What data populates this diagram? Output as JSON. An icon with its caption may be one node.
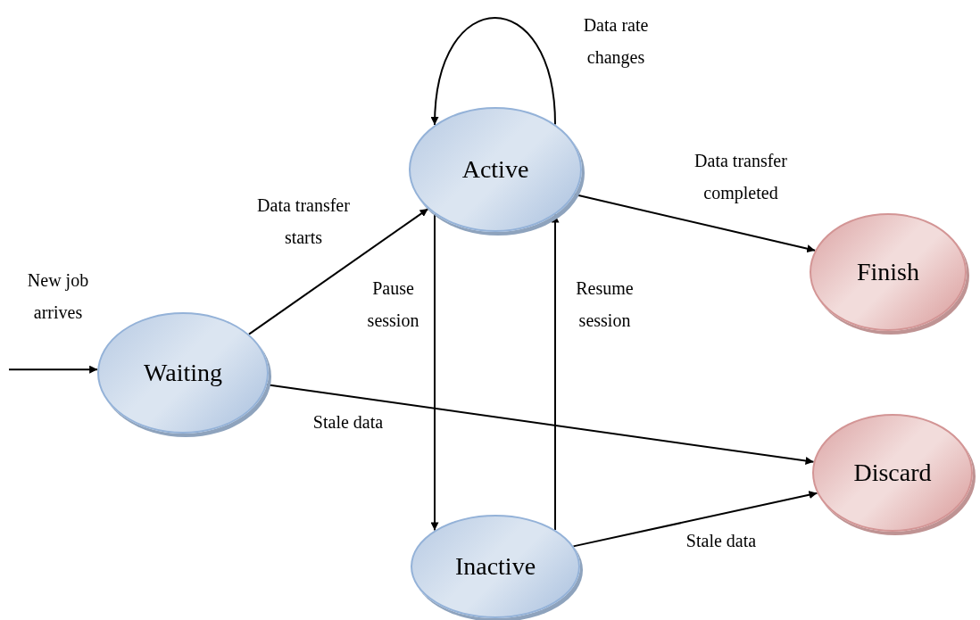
{
  "diagram": {
    "nodes": [
      {
        "text": [
          "Waiting"
        ]
      },
      {
        "text": [
          "Active"
        ]
      },
      {
        "text": [
          "Finish"
        ]
      },
      {
        "text": [
          "Inactive"
        ]
      },
      {
        "text": [
          "Discard"
        ]
      }
    ],
    "edges": [
      {
        "from": null,
        "to": 0,
        "arrow": "to",
        "label": "New job arrives"
      },
      {
        "from": 0,
        "to": 1,
        "arrow": "to",
        "label": "Data transfer starts"
      },
      {
        "from": 1,
        "to": 1,
        "arrow": "to",
        "label": "Data rate changes"
      },
      {
        "from": 1,
        "to": 2,
        "arrow": "to",
        "label": "Data transfer completed"
      },
      {
        "from": 1,
        "to": 3,
        "arrow": "to",
        "label": "Pause session"
      },
      {
        "from": 3,
        "to": 1,
        "arrow": "to",
        "label": "Resume session"
      },
      {
        "from": 0,
        "to": 4,
        "arrow": "to",
        "label": "Stale data"
      },
      {
        "from": 3,
        "to": 4,
        "arrow": "to",
        "label": "Stale data"
      }
    ]
  }
}
